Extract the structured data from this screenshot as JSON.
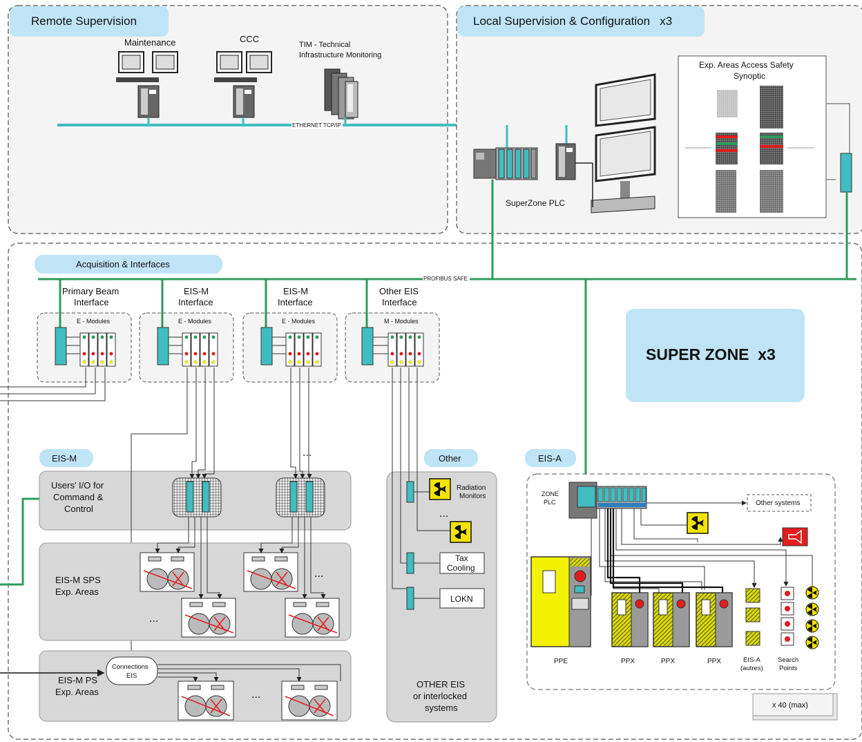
{
  "remote": {
    "title": "Remote Supervision",
    "maintenance": "Maintenance",
    "ccc": "CCC",
    "tim_line1": "TIM - Technical",
    "tim_line2": "Infrastructure Monitoring",
    "ethernet": "ETHERNET TCP/IP"
  },
  "local": {
    "title": "Local Supervision & Configuration   x3",
    "plc_label": "SuperZone PLC",
    "synoptic_line1": "Exp. Areas Access Safety",
    "synoptic_line2": "Synoptic"
  },
  "acq": {
    "title": "Acquisition & Interfaces",
    "profibus": "PROFIBUS SAFE",
    "interfaces": [
      {
        "line1": "Primary Beam",
        "line2": "Interface",
        "modules": "E - Modules"
      },
      {
        "line1": "EIS-M",
        "line2": "Interface",
        "modules": "E - Modules"
      },
      {
        "line1": "EIS-M",
        "line2": "Interface",
        "modules": "E - Modules"
      },
      {
        "line1": "Other EIS",
        "line2": "Interface",
        "modules": "M - Modules"
      }
    ]
  },
  "superzone": {
    "title": "SUPER ZONE  x3"
  },
  "eism": {
    "pill": "EIS-M",
    "users_line1": "Users' I/O for",
    "users_line2": "Command &",
    "users_line3": "Control",
    "sps_line1": "EIS-M SPS",
    "sps_line2": "Exp. Areas",
    "ps_line1": "EIS-M PS",
    "ps_line2": "Exp. Areas",
    "connections_line1": "Connections",
    "connections_line2": "EIS",
    "dots": "..."
  },
  "other": {
    "pill": "Other",
    "radiation_line1": "Radiation",
    "radiation_line2": "Monitors",
    "tax_line1": "Tax",
    "tax_line2": "Cooling",
    "lokn": "LOKN",
    "footer_line1": "OTHER EIS",
    "footer_line2": "or interlocked",
    "footer_line3": "systems"
  },
  "eisa": {
    "pill": "EIS-A",
    "zone_line1": "ZONE",
    "zone_line2": "PLC",
    "other_systems": "Other systems",
    "ppe": "PPE",
    "ppx": "PPX",
    "eisa_line1": "EIS-A",
    "eisa_line2": "(autres)",
    "search_line1": "Search",
    "search_line2": "Points",
    "count": "x 40 (max)"
  },
  "colors": {
    "teal": "#41bcc0",
    "green": "#2f9a5c",
    "pill": "#bfe4f6",
    "panel": "#f4f4f4",
    "box_grey": "#d7d7d7",
    "yellow": "#f2f200",
    "red": "#e11d1d",
    "radiation_yellow": "#f5e400"
  }
}
